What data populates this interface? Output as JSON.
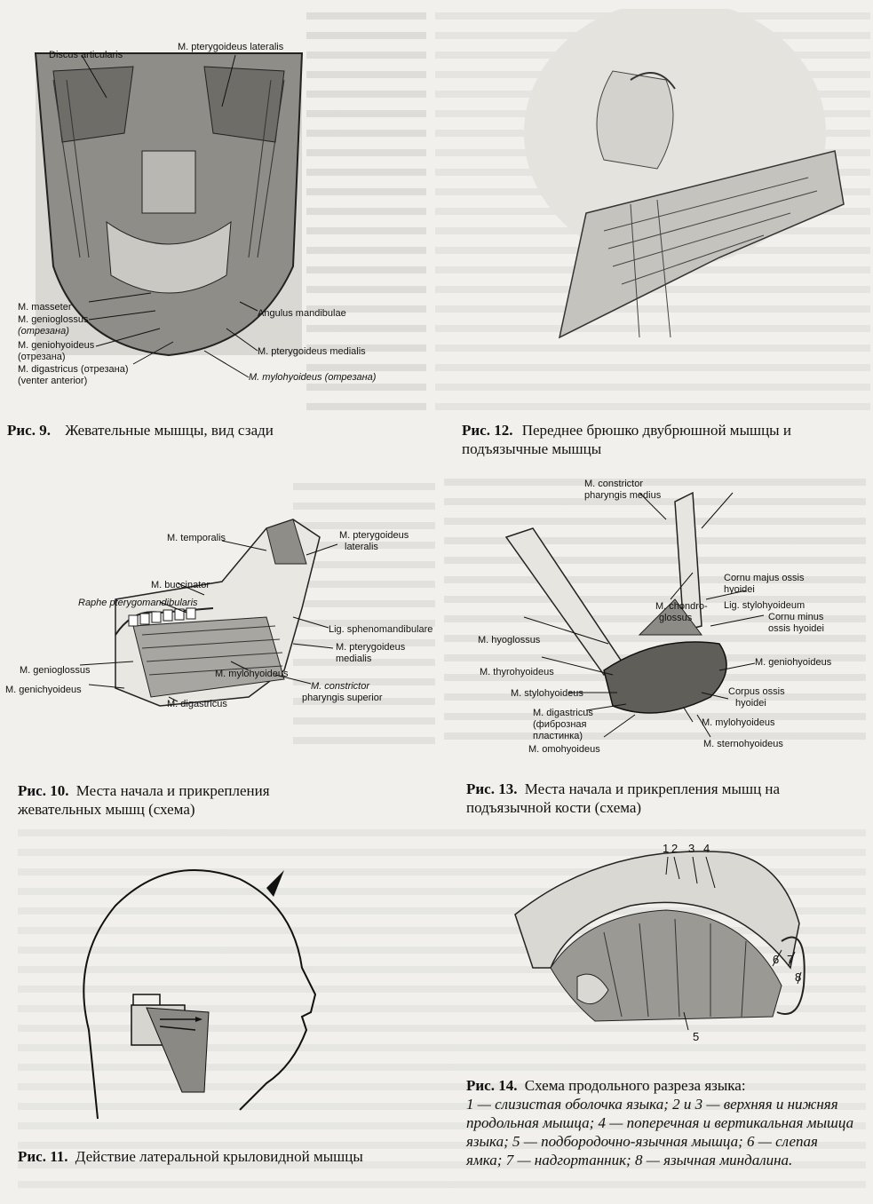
{
  "fig9": {
    "labels": {
      "discus": "Discus articularis",
      "ptery_lat": "M. pterygoideus lateralis",
      "masseter": "M. masseter",
      "genioglossus": "M. genioglossus",
      "genioglossus_cut": "(отрезана)",
      "geniohyoideus": "M. geniohyoideus",
      "geniohyoideus_cut": "(отрезана)",
      "digastricus": "M. digastricus (отрезана)",
      "venter": "(venter anterior)",
      "angulus": "Angulus mandibulae",
      "ptery_med": "M. pterygoideus medialis",
      "mylohyoideus": "M. mylohyoideus (отрезана)"
    },
    "caption_num": "Рис. 9.",
    "caption_text": "Жевательные мышцы, вид сзади"
  },
  "fig10": {
    "labels": {
      "temporalis": "M. temporalis",
      "ptery_lat1": "M. pterygoideus",
      "ptery_lat2": "lateralis",
      "buccinator": "M. buccinator",
      "raphe": "Raphe pterygomandibularis",
      "lig_spheno": "Lig. sphenomandibulare",
      "ptery_med1": "M. pterygoideus",
      "ptery_med2": "medialis",
      "genioglossus": "M. genioglossus",
      "geniohyoideus": "M. genichyoideus",
      "mylohyoideus": "M. mylohyoideus",
      "constrictor1": "M. constrictor",
      "constrictor2": "pharyngis superior",
      "digastricus": "M. digastricus"
    },
    "caption_num": "Рис. 10.",
    "caption_text": "Места начала и прикрепления жевательных мышц (схема)"
  },
  "fig11": {
    "caption_num": "Рис. 11.",
    "caption_text": "Действие латеральной крыловидной мышцы"
  },
  "fig12": {
    "caption_num": "Рис. 12.",
    "caption_text": "Переднее брюшко двубрюшной мышцы и подъязычные мышцы"
  },
  "fig13": {
    "labels": {
      "constrictor1": "M. constrictor",
      "constrictor2": "pharyngis medius",
      "cornu_majus1": "Cornu majus ossis",
      "cornu_majus2": "hyoidei",
      "lig_stylo": "Lig. stylohyoideum",
      "chondro1": "M. chondro-",
      "chondro2": "glossus",
      "cornu_minus1": "Cornu minus",
      "cornu_minus2": "ossis hyoidei",
      "hyoglossus": "M. hyoglossus",
      "geniohyoideus": "M. geniohyoideus",
      "thyrohyoideus": "M. thyrohyoideus",
      "stylohyoideus": "M. stylohyoideus",
      "corpus1": "Corpus ossis",
      "corpus2": "hyoidei",
      "digastricus1": "M. digastricus",
      "digastricus2": "(фиброзная",
      "digastricus3": "пластинка)",
      "mylohyoideus": "M. mylohyoideus",
      "omohyoideus": "M. omohyoideus",
      "sternohyoideus": "M. sternohyoideus"
    },
    "caption_num": "Рис. 13.",
    "caption_text": "Места начала и прикрепления мышц на подъязычной кости (схема)"
  },
  "fig14": {
    "numbers": [
      "1",
      "2",
      "3",
      "4",
      "5",
      "6",
      "7",
      "8"
    ],
    "caption_num": "Рис. 14.",
    "caption_text": "Схема продольного разреза языка:",
    "legend": "1 — слизистая оболочка языка; 2 и 3 — верхняя и нижняя продольная мышца; 4 — поперечная и вертикальная мышца языка; 5 — подбородочно-язычная мышца; 6 — слепая ямка; 7 — надгортанник; 8 — язычная миндалина."
  },
  "colors": {
    "paper": "#f1f0ec",
    "ink": "#1b1b1b",
    "ghost_text": "#bdbcb8"
  }
}
